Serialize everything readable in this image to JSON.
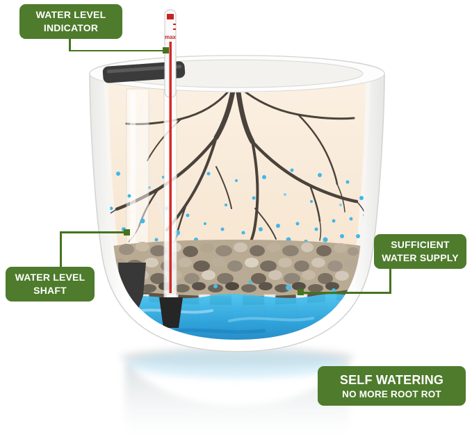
{
  "labels": {
    "water_level_indicator": {
      "line1": "WATER LEVEL",
      "line2": "INDICATOR"
    },
    "water_level_shaft": {
      "line1": "WATER LEVEL",
      "line2": "SHAFT"
    },
    "sufficient_water_supply": {
      "line1": "SUFFICIENT",
      "line2": "WATER SUPPLY"
    },
    "self_watering": {
      "line1": "SELF WATERING",
      "line2": "NO MORE ROOT ROT"
    }
  },
  "indicator": {
    "max_label": "max"
  },
  "colors": {
    "badge_green": "#4e7b2c",
    "connector_green": "#45741d",
    "indicator_red": "#c92222",
    "water_blue": "#1f9ddb",
    "soil_cream": "#f7e7d3",
    "root_brown": "#4a433b",
    "gravel_tan": "#b9aa93"
  }
}
